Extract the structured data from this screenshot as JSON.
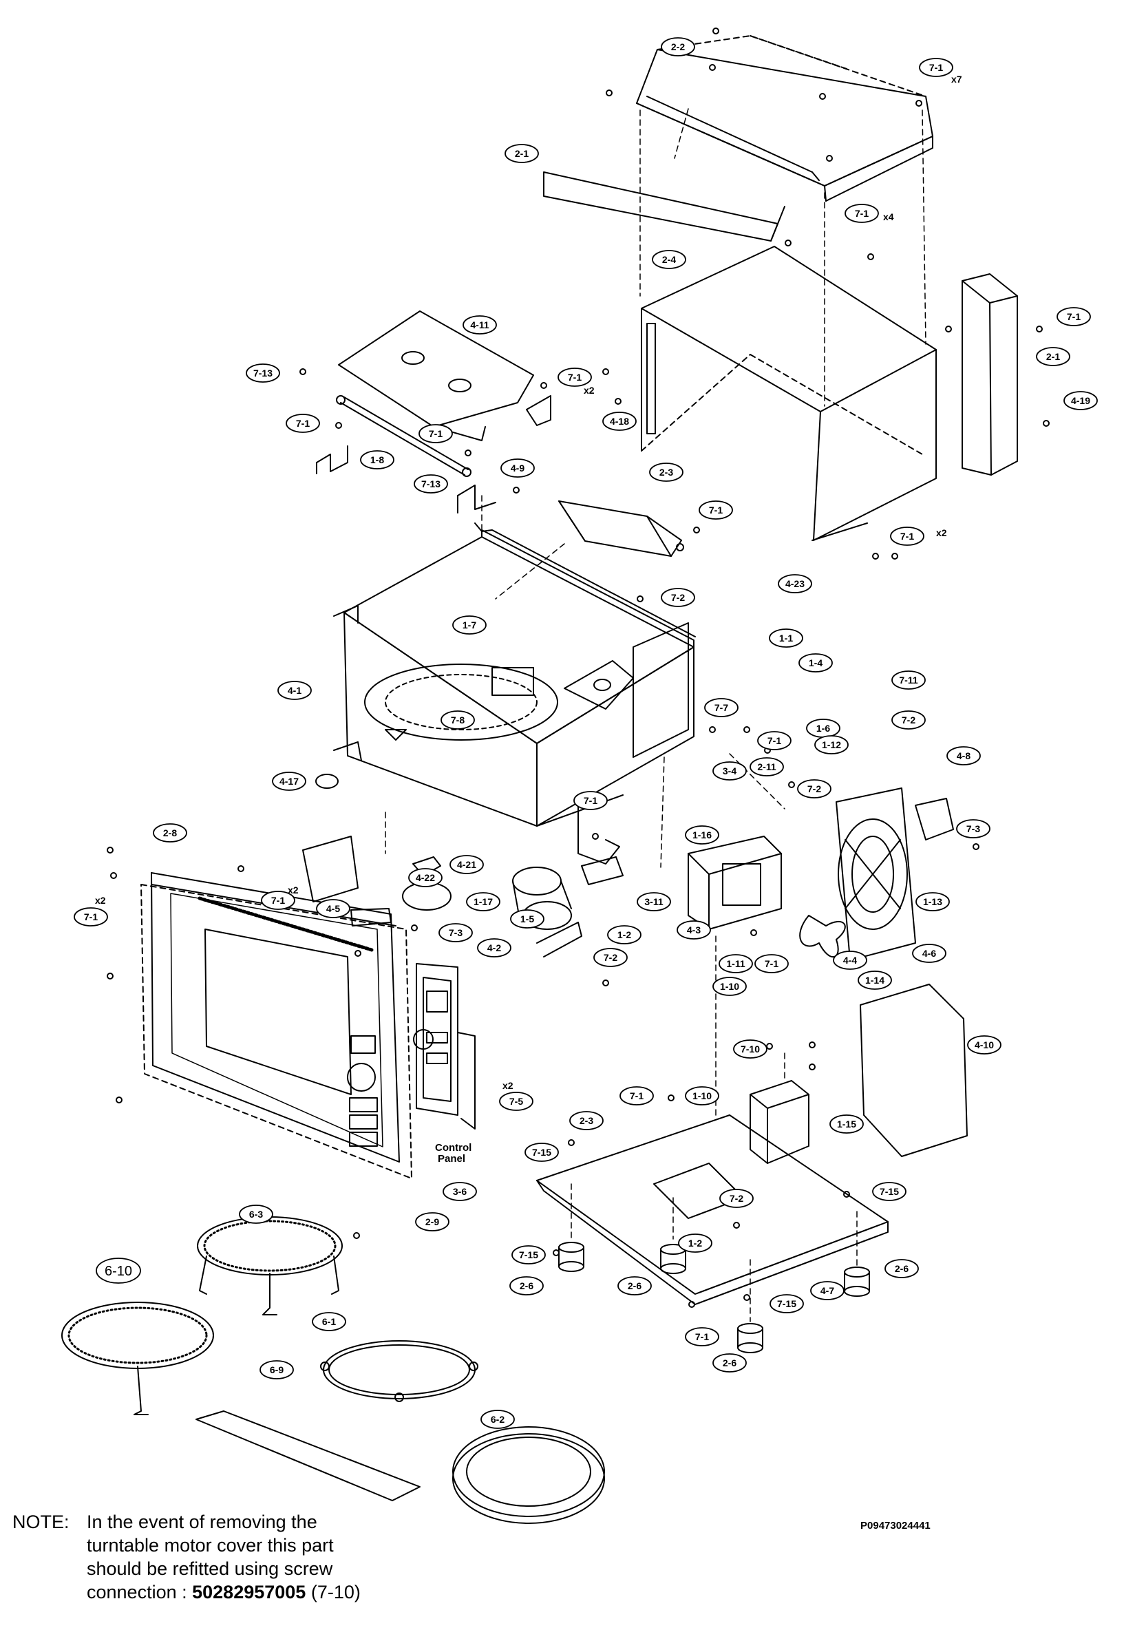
{
  "diagram": {
    "labels": [
      "2-2",
      "7-1",
      "2-1",
      "7-1",
      "2-4",
      "7-1",
      "2-1",
      "4-19",
      "4-11",
      "7-13",
      "7-1",
      "7-1",
      "7-1",
      "4-18",
      "1-8",
      "7-13",
      "4-9",
      "2-3",
      "7-1",
      "7-1",
      "7-2",
      "4-23",
      "1-1",
      "1-7",
      "4-1",
      "1-4",
      "7-11",
      "7-8",
      "7-7",
      "7-1",
      "1-6",
      "7-2",
      "1-12",
      "4-8",
      "4-17",
      "2-11",
      "3-4",
      "7-2",
      "7-1",
      "2-8",
      "4-21",
      "4-22",
      "1-16",
      "7-3",
      "7-1",
      "4-5",
      "1-17",
      "7-1",
      "7-3",
      "1-5",
      "3-11",
      "1-13",
      "1-2",
      "4-3",
      "4-2",
      "1-11",
      "7-1",
      "4-4",
      "4-6",
      "7-2",
      "1-10",
      "1-14",
      "4-10",
      "7-10",
      "7-5",
      "7-1",
      "1-10",
      "1-15",
      "2-3",
      "7-15",
      "3-6",
      "7-2",
      "7-15",
      "6-3",
      "2-9",
      "1-2",
      "7-15",
      "6-10",
      "2-6",
      "2-6",
      "4-7",
      "2-6",
      "7-15",
      "6-1",
      "7-1",
      "2-6",
      "6-9",
      "6-2"
    ],
    "multipliers": [
      "x7",
      "x4",
      "x2",
      "x2",
      "x2",
      "x2",
      "x2"
    ],
    "control_panel_label": [
      "Control",
      "Panel"
    ]
  },
  "note": {
    "head": "NOTE:",
    "line1": "In the event of removing the",
    "line2": "turntable motor cover this part",
    "line3": "should be refitted using screw",
    "line4_prefix": "connection :",
    "part_number": "50282957005",
    "part_ref": "(7-10)"
  },
  "doc_code": "P09473024441"
}
